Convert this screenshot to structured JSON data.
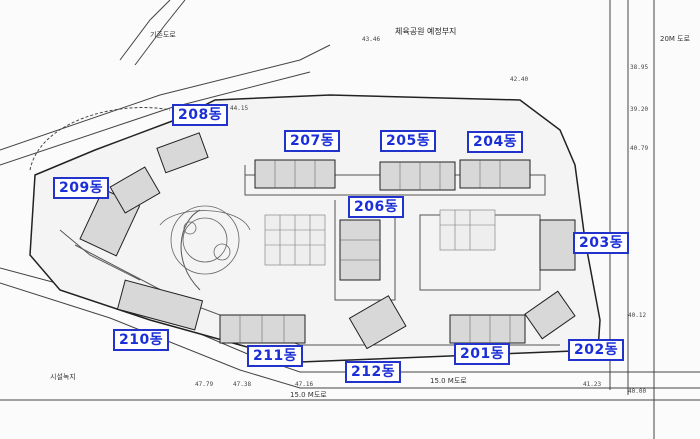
{
  "site_plan": {
    "top_caption": "체육공원 예정부지",
    "road_top": "기존도로",
    "road_bottom_center": "15.0 M도로",
    "road_bottom_right": "15.0 M도로",
    "road_right": "20M 도로",
    "green_bottom_left": "시설녹지",
    "elevations": [
      "43.46",
      "42.40",
      "40.79",
      "39.20",
      "38.95",
      "47.16",
      "47.38",
      "47.79",
      "40.12",
      "40.00",
      "41.23",
      "44.15"
    ]
  },
  "buildings": [
    {
      "id": "201",
      "label": "201동"
    },
    {
      "id": "202",
      "label": "202동"
    },
    {
      "id": "203",
      "label": "203동"
    },
    {
      "id": "204",
      "label": "204동"
    },
    {
      "id": "205",
      "label": "205동"
    },
    {
      "id": "206",
      "label": "206동"
    },
    {
      "id": "207",
      "label": "207동"
    },
    {
      "id": "208",
      "label": "208동"
    },
    {
      "id": "209",
      "label": "209동"
    },
    {
      "id": "210",
      "label": "210동"
    },
    {
      "id": "211",
      "label": "211동"
    },
    {
      "id": "212",
      "label": "212동"
    }
  ]
}
